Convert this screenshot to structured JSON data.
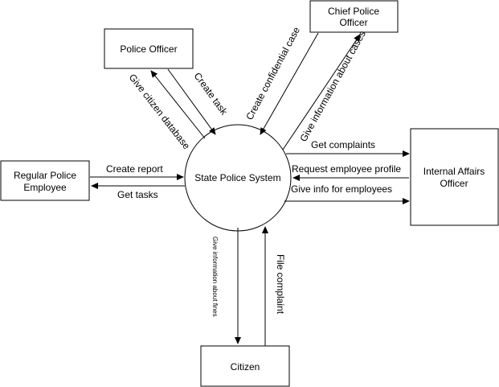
{
  "entities": {
    "police_officer": "Police Officer",
    "chief_line1": "Chief Police",
    "chief_line2": "Officer",
    "regular_line1": "Regular Police",
    "regular_line2": "Employee",
    "internal_line1": "Internal Affairs",
    "internal_line2": "Officer",
    "citizen": "Citizen"
  },
  "process": {
    "label": "State Police System"
  },
  "flows": {
    "give_citizen_database": "Give citizen database",
    "create_task": "Create task",
    "create_confidential_case": "Create confidential case",
    "give_information_about_cases": "Give information about cases",
    "get_complaints": "Get complaints",
    "request_employee_profile": "Request employee profile",
    "give_info_for_employees": "Give info for employees",
    "create_report": "Create report",
    "get_tasks": "Get tasks",
    "give_information_about_fines": "Give information about fines",
    "file_complaint": "File complaint"
  }
}
